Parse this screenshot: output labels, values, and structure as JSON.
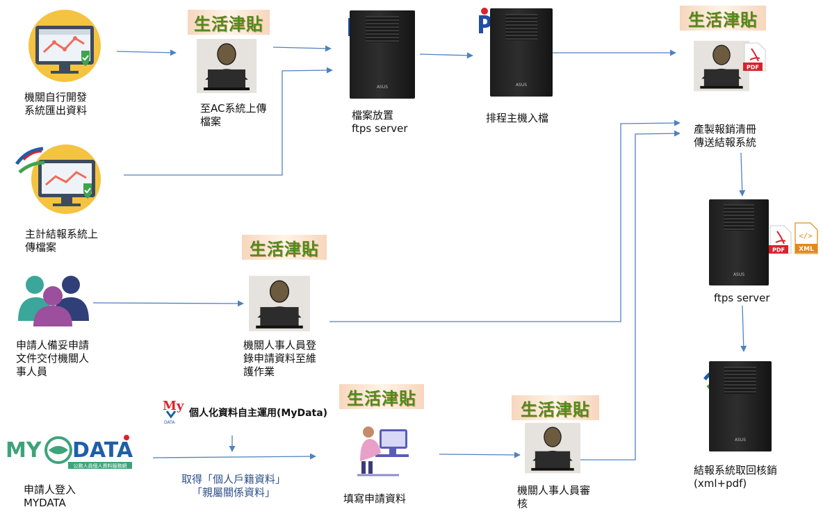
{
  "banner_text": "生活津貼",
  "pc_brand": "ASUS",
  "labels": {
    "agency_export": "機關自行開發\n系統匯出資料",
    "ac_upload": "至AC系統上傳\n檔案",
    "file_ftps": "檔案放置\nftps server",
    "schedule_host": "排程主機入檔",
    "produce_list": "產製報銷清冊\n傳送結報系統",
    "accounting_upload": "主計結報系統上\n傳檔案",
    "ftps_server": "ftps server",
    "applicant_docs": "申請人備妥申請\n文件交付機關人\n事人員",
    "hr_register": "機關人事人員登\n錄申請資料至維\n護作業",
    "mydata_title": "個人化資料自主運用(MyData)",
    "mydata_obtain": "取得「個人戶籍資料」\n「親屬關係資料」",
    "applicant_login": "申請人登入\nMYDATA",
    "fill_form": "填寫申請資料",
    "hr_review": "機關人事人員審\n核",
    "retrieve": "結報系統取回核銷\n(xml+pdf)"
  },
  "mydata_logo": {
    "left": "MY",
    "right": "DATA",
    "sub": "公務人員個人資料服務網"
  },
  "mydata_small": {
    "top": "My",
    "bottom": "DATA"
  },
  "pdf_label": "PDF",
  "xml_label": "XML",
  "xml_symbol": "</>",
  "pa_logo_letter": "P",
  "colors": {
    "arrow": "#4f81bd",
    "banner_text": "#4f8a1d",
    "monitor_bg": "#f5c342",
    "check": "#3fa34d",
    "mydata_green": "#3ea37a",
    "mydata_blue": "#1f5fa8"
  }
}
